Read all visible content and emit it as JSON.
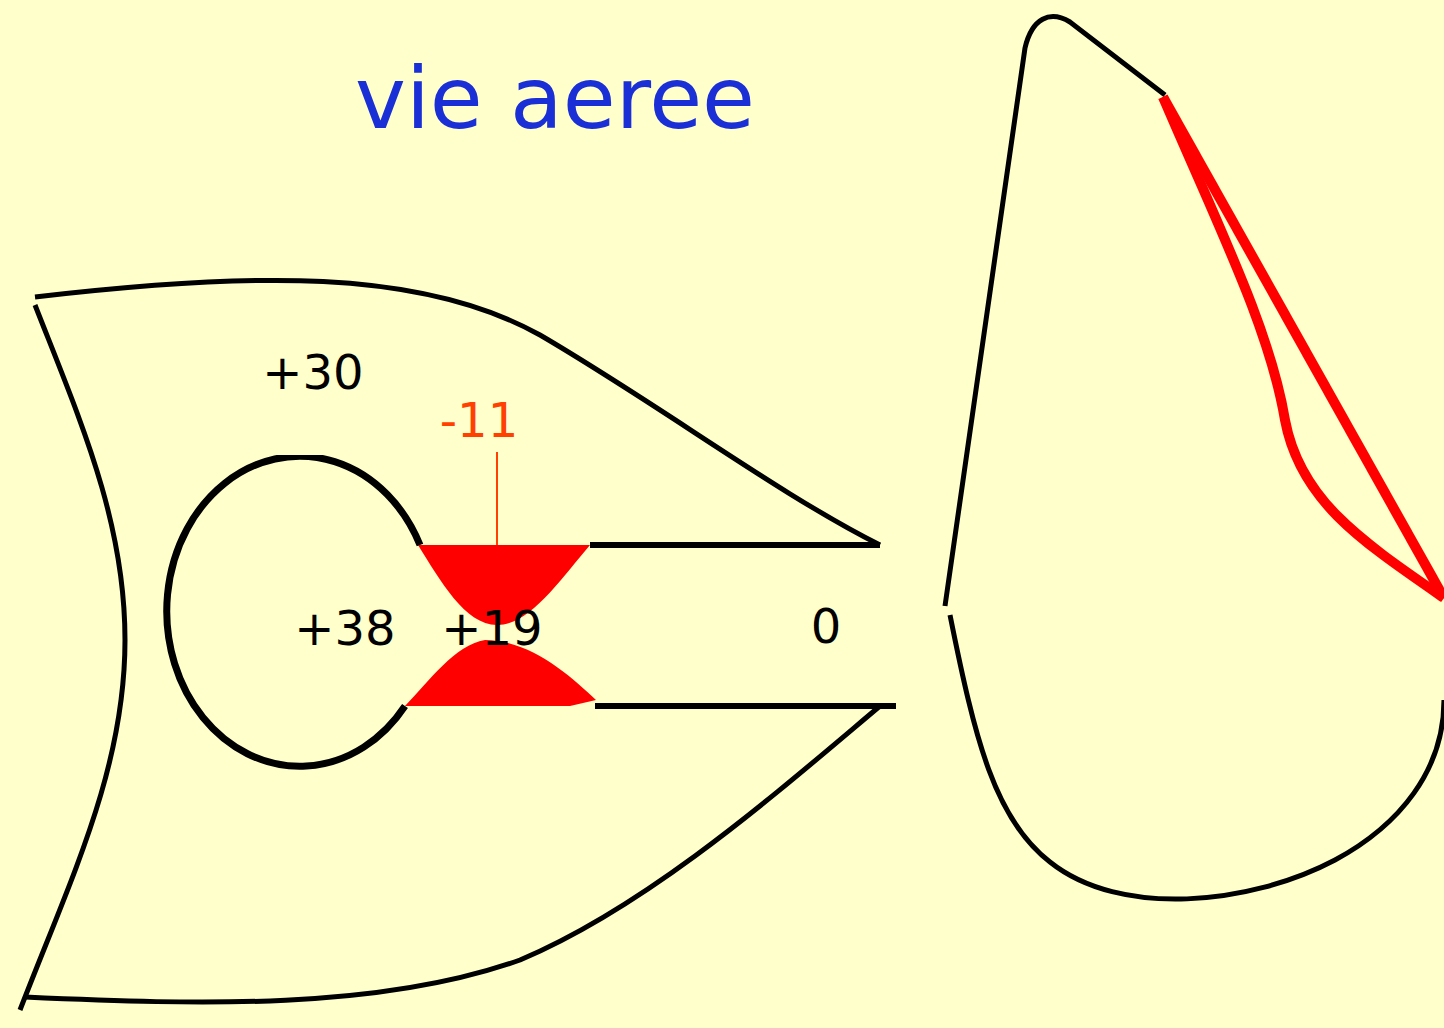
{
  "diagram": {
    "title": "vie aeree",
    "nodes": [
      {
        "text": [
          "+30"
        ]
      },
      {
        "text": [
          "+38"
        ],
        "in": 0
      }
    ],
    "labels": [
      "-11",
      "+19",
      "0"
    ]
  }
}
